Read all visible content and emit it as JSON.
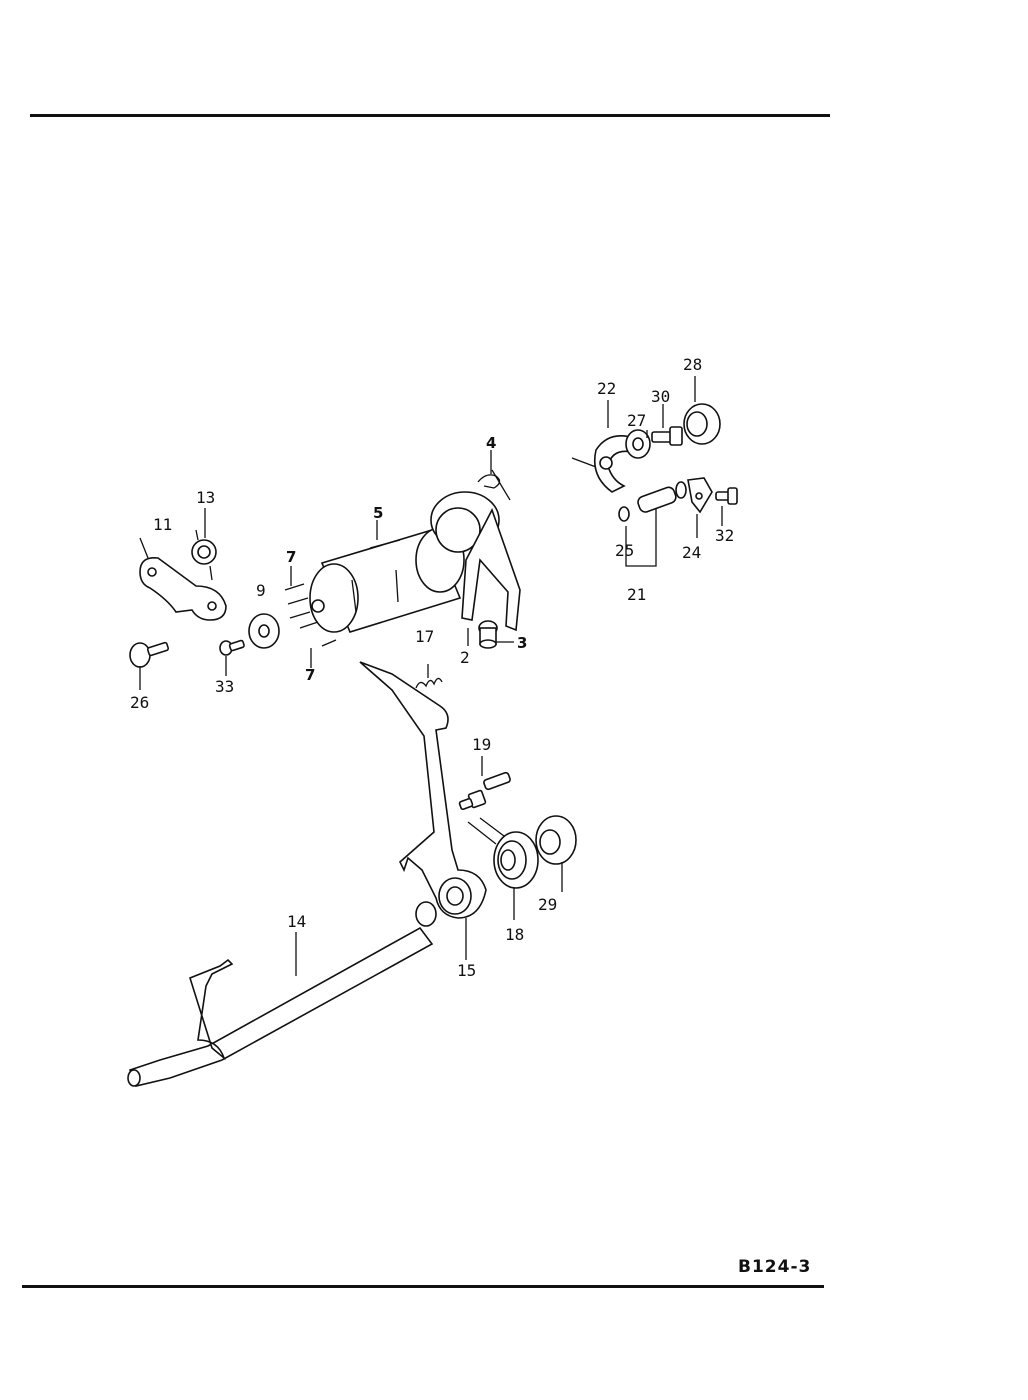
{
  "page_code": "B124-3",
  "callouts": {
    "c2": "2",
    "c3": "3",
    "c4": "4",
    "c5": "5",
    "c7a": "7",
    "c7b": "7",
    "c9": "9",
    "c11": "11",
    "c13": "13",
    "c14": "14",
    "c15": "15",
    "c17": "17",
    "c18": "18",
    "c19": "19",
    "c21": "21",
    "c22": "22",
    "c24": "24",
    "c25": "25",
    "c26": "26",
    "c27": "27",
    "c28": "28",
    "c29": "29",
    "c30": "30",
    "c32": "32",
    "c33": "33"
  }
}
